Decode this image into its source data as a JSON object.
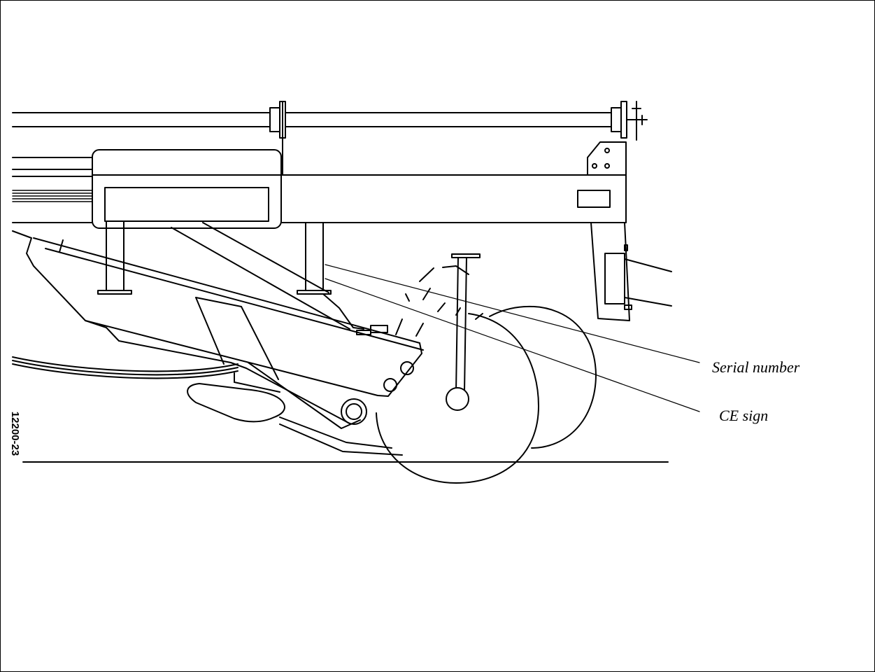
{
  "figure": {
    "code": "12200-23",
    "callouts": {
      "serial_number": "Serial number",
      "ce_sign": "CE sign"
    }
  },
  "colors": {
    "line": "#000000",
    "background": "#ffffff"
  }
}
